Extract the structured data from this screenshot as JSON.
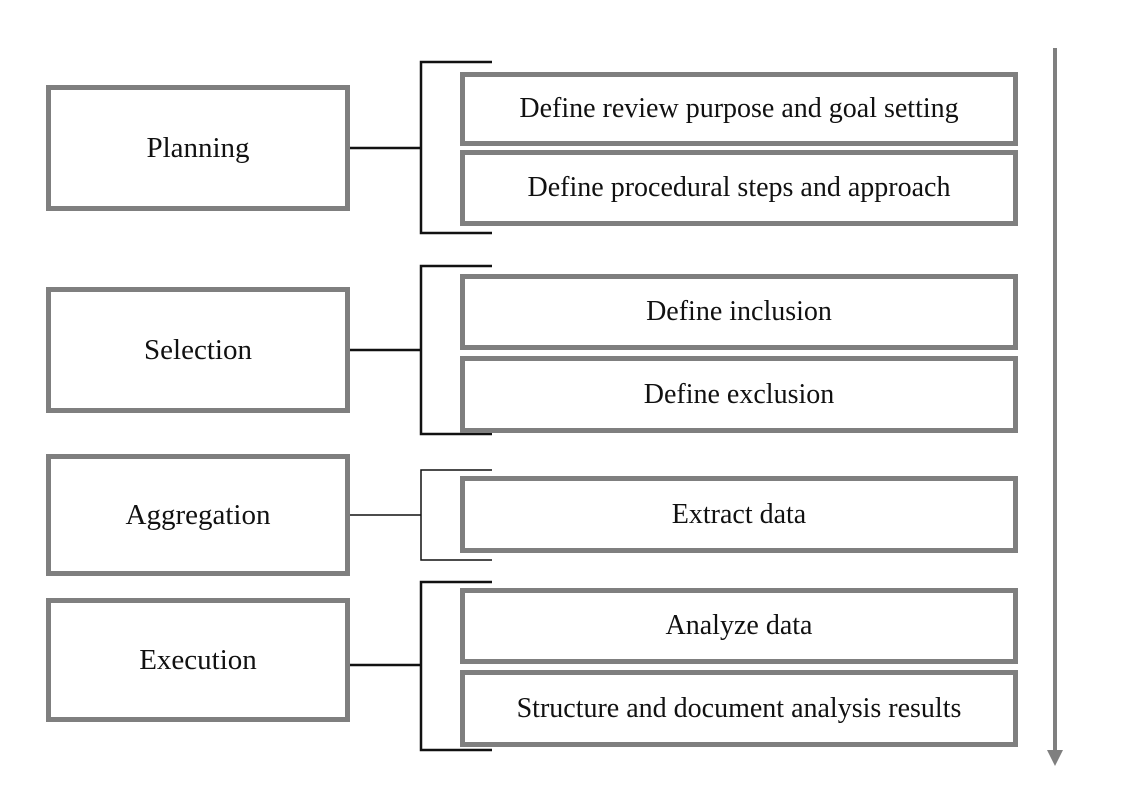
{
  "phases": [
    {
      "label": "Planning",
      "tasks": [
        "Define review purpose and goal setting",
        "Define procedural steps and approach"
      ]
    },
    {
      "label": "Selection",
      "tasks": [
        "Define inclusion",
        "Define exclusion"
      ]
    },
    {
      "label": "Aggregation",
      "tasks": [
        "Extract data"
      ]
    },
    {
      "label": "Execution",
      "tasks": [
        "Analyze data",
        "Structure and document analysis results"
      ]
    }
  ],
  "colors": {
    "box_border": "#7f7f7f",
    "connector": "#111111",
    "arrow": "#7f7f7f"
  }
}
